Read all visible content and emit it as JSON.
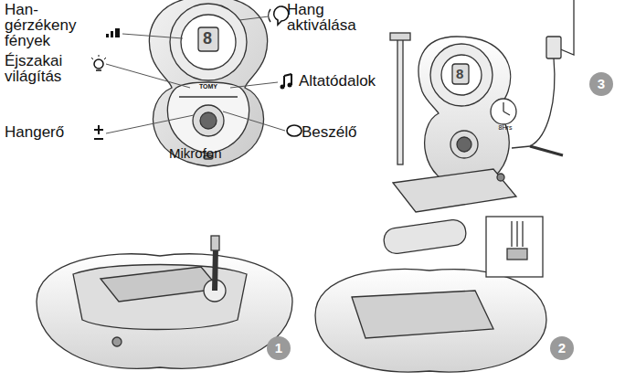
{
  "diagram": {
    "labels": [
      "Han- gérzékeny fények",
      "Éjszakai világítás",
      "Hangerő",
      "Hang aktiválása",
      "Altatódalok",
      "Beszélő",
      "Mikrofon",
      "8",
      "TOMY",
      "8",
      "8Hrs",
      "1",
      "2",
      "3"
    ]
  }
}
